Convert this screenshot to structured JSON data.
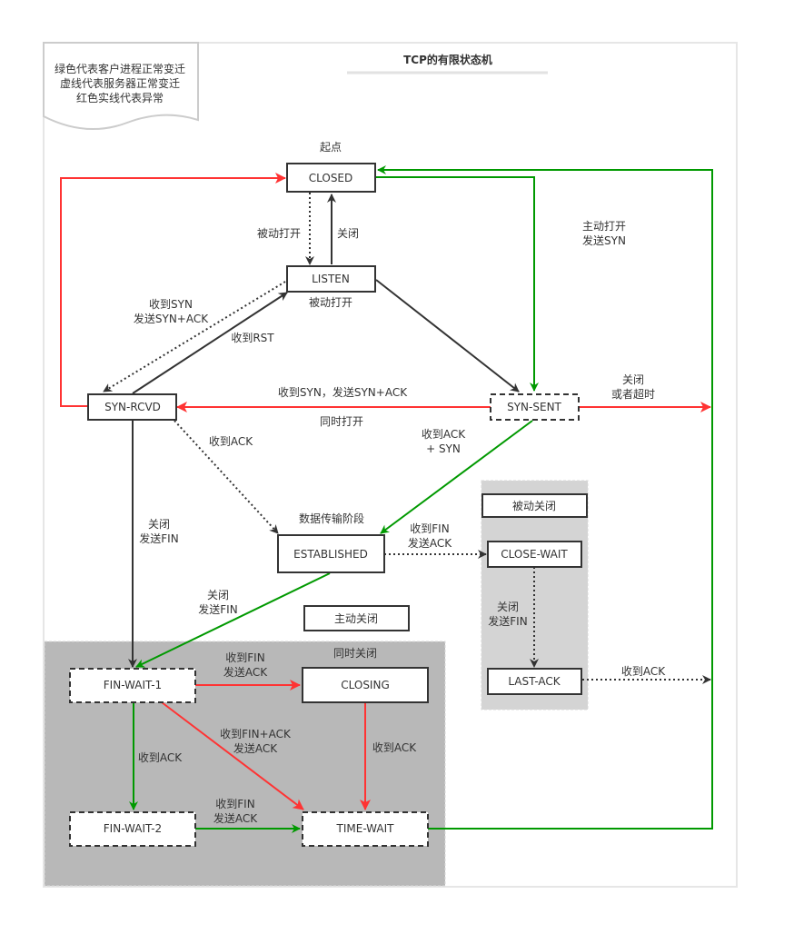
{
  "title": "TCP的有限状态机",
  "legend": {
    "lines": [
      "绿色代表客户进程正常变迁",
      "虚线代表服务器正常变迁",
      "红色实线代表异常"
    ]
  },
  "colors": {
    "client_normal": "#009900",
    "server_normal": "#333333",
    "abnormal": "#ff3333",
    "box_border": "#333333",
    "active_close_zone": "#b8b8b8",
    "passive_close_zone": "#d4d4d4"
  },
  "zones": {
    "active_close_label": "主动关闭",
    "passive_close_label": "被动关闭",
    "simultaneous_close_label": "同时关闭"
  },
  "states": [
    {
      "id": "closed",
      "label": "CLOSED",
      "style": "solid",
      "caption": "起点"
    },
    {
      "id": "listen",
      "label": "LISTEN",
      "style": "solid",
      "caption": "被动打开"
    },
    {
      "id": "syn_rcvd",
      "label": "SYN-RCVD",
      "style": "solid"
    },
    {
      "id": "syn_sent",
      "label": "SYN-SENT",
      "style": "dashed"
    },
    {
      "id": "established",
      "label": "ESTABLISHED",
      "style": "solid",
      "caption": "数据传输阶段"
    },
    {
      "id": "close_wait",
      "label": "CLOSE-WAIT",
      "style": "solid"
    },
    {
      "id": "last_ack",
      "label": "LAST-ACK",
      "style": "solid"
    },
    {
      "id": "fin_wait_1",
      "label": "FIN-WAIT-1",
      "style": "dashed"
    },
    {
      "id": "closing",
      "label": "CLOSING",
      "style": "solid"
    },
    {
      "id": "fin_wait_2",
      "label": "FIN-WAIT-2",
      "style": "dashed"
    },
    {
      "id": "time_wait",
      "label": "TIME-WAIT",
      "style": "dashed"
    }
  ],
  "transitions": [
    {
      "from": "closed",
      "to": "listen",
      "kind": "server",
      "label": [
        "被动打开"
      ]
    },
    {
      "from": "listen",
      "to": "closed",
      "kind": "solid-dark",
      "label": [
        "关闭"
      ]
    },
    {
      "from": "closed",
      "to": "syn_sent",
      "kind": "client",
      "label": [
        "主动打开",
        "发送SYN"
      ]
    },
    {
      "from": "listen",
      "to": "syn_rcvd",
      "kind": "server",
      "label": [
        "收到SYN",
        "发送SYN+ACK"
      ]
    },
    {
      "from": "syn_rcvd",
      "to": "listen",
      "kind": "solid-dark",
      "label": [
        "收到RST"
      ]
    },
    {
      "from": "listen",
      "to": "syn_sent",
      "kind": "solid-dark",
      "label": []
    },
    {
      "from": "syn_rcvd",
      "to": "closed",
      "kind": "abnormal",
      "label": []
    },
    {
      "from": "syn_sent",
      "to": "syn_rcvd",
      "kind": "abnormal",
      "label": [
        "收到SYN，发送SYN+ACK"
      ],
      "sublabel": "同时打开"
    },
    {
      "from": "syn_sent",
      "to": "closed",
      "kind": "abnormal",
      "label": [
        "关闭",
        "或者超时"
      ]
    },
    {
      "from": "syn_rcvd",
      "to": "established",
      "kind": "server",
      "label": [
        "收到ACK"
      ]
    },
    {
      "from": "syn_sent",
      "to": "established",
      "kind": "client",
      "label": [
        "收到ACK",
        "+ SYN"
      ]
    },
    {
      "from": "syn_rcvd",
      "to": "fin_wait_1",
      "kind": "solid-dark",
      "label": [
        "关闭",
        "发送FIN"
      ]
    },
    {
      "from": "established",
      "to": "close_wait",
      "kind": "server",
      "label": [
        "收到FIN",
        "发送ACK"
      ]
    },
    {
      "from": "close_wait",
      "to": "last_ack",
      "kind": "server",
      "label": [
        "关闭",
        "发送FIN"
      ]
    },
    {
      "from": "last_ack",
      "to": "closed",
      "kind": "server",
      "label": [
        "收到ACK"
      ]
    },
    {
      "from": "established",
      "to": "fin_wait_1",
      "kind": "client",
      "label": [
        "关闭",
        "发送FIN"
      ]
    },
    {
      "from": "fin_wait_1",
      "to": "closing",
      "kind": "abnormal",
      "label": [
        "收到FIN",
        "发送ACK"
      ]
    },
    {
      "from": "fin_wait_1",
      "to": "time_wait",
      "kind": "abnormal",
      "label": [
        "收到FIN+ACK",
        "发送ACK"
      ]
    },
    {
      "from": "closing",
      "to": "time_wait",
      "kind": "abnormal",
      "label": [
        "收到ACK"
      ]
    },
    {
      "from": "fin_wait_1",
      "to": "fin_wait_2",
      "kind": "client",
      "label": [
        "收到ACK"
      ]
    },
    {
      "from": "fin_wait_2",
      "to": "time_wait",
      "kind": "client",
      "label": [
        "收到FIN",
        "发送ACK"
      ]
    },
    {
      "from": "time_wait",
      "to": "closed",
      "kind": "client",
      "label": []
    }
  ]
}
